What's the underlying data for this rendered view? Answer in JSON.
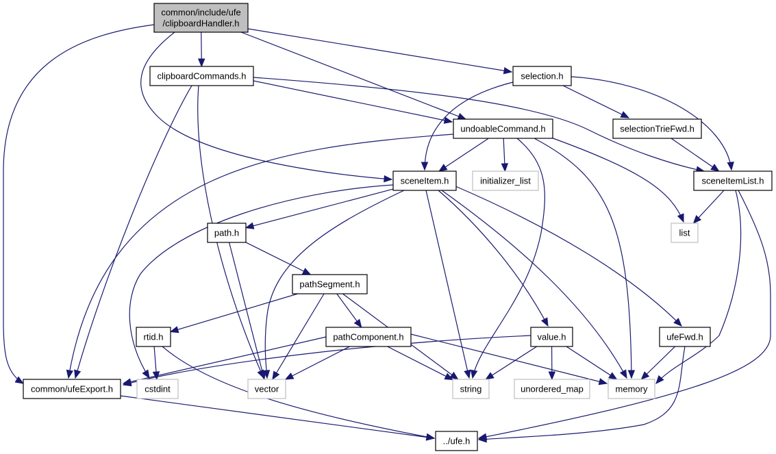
{
  "graph": {
    "title": "Include dependency graph for clipboardHandler.h",
    "edge_color": "#191970",
    "nodes": [
      {
        "id": "root",
        "label": [
          "common/include/ufe",
          "/clipboardHandler.h"
        ],
        "kind": "root"
      },
      {
        "id": "clipboardCommands",
        "label": [
          "clipboardCommands.h"
        ],
        "kind": "local"
      },
      {
        "id": "selection",
        "label": [
          "selection.h"
        ],
        "kind": "local"
      },
      {
        "id": "undoableCommand",
        "label": [
          "undoableCommand.h"
        ],
        "kind": "local"
      },
      {
        "id": "selectionTrieFwd",
        "label": [
          "selectionTrieFwd.h"
        ],
        "kind": "local"
      },
      {
        "id": "sceneItem",
        "label": [
          "sceneItem.h"
        ],
        "kind": "local"
      },
      {
        "id": "initializer_list",
        "label": [
          "initializer_list"
        ],
        "kind": "system"
      },
      {
        "id": "sceneItemList",
        "label": [
          "sceneItemList.h"
        ],
        "kind": "local"
      },
      {
        "id": "list",
        "label": [
          "list"
        ],
        "kind": "system"
      },
      {
        "id": "path",
        "label": [
          "path.h"
        ],
        "kind": "local"
      },
      {
        "id": "pathSegment",
        "label": [
          "pathSegment.h"
        ],
        "kind": "local"
      },
      {
        "id": "rtid",
        "label": [
          "rtid.h"
        ],
        "kind": "local"
      },
      {
        "id": "pathComponent",
        "label": [
          "pathComponent.h"
        ],
        "kind": "local"
      },
      {
        "id": "value",
        "label": [
          "value.h"
        ],
        "kind": "local"
      },
      {
        "id": "ufeFwd",
        "label": [
          "ufeFwd.h"
        ],
        "kind": "local"
      },
      {
        "id": "ufeExport",
        "label": [
          "common/ufeExport.h"
        ],
        "kind": "local"
      },
      {
        "id": "cstdint",
        "label": [
          "cstdint"
        ],
        "kind": "system"
      },
      {
        "id": "vector",
        "label": [
          "vector"
        ],
        "kind": "system"
      },
      {
        "id": "string",
        "label": [
          "string"
        ],
        "kind": "system"
      },
      {
        "id": "unordered_map",
        "label": [
          "unordered_map"
        ],
        "kind": "system"
      },
      {
        "id": "memory",
        "label": [
          "memory"
        ],
        "kind": "system"
      },
      {
        "id": "ufe",
        "label": [
          "../ufe.h"
        ],
        "kind": "local"
      }
    ],
    "edges": [
      [
        "root",
        "clipboardCommands"
      ],
      [
        "root",
        "ufeExport"
      ],
      [
        "root",
        "sceneItem"
      ],
      [
        "root",
        "undoableCommand"
      ],
      [
        "root",
        "selection"
      ],
      [
        "clipboardCommands",
        "ufeExport"
      ],
      [
        "clipboardCommands",
        "vector"
      ],
      [
        "clipboardCommands",
        "undoableCommand"
      ],
      [
        "clipboardCommands",
        "sceneItemList"
      ],
      [
        "selection",
        "sceneItem"
      ],
      [
        "selection",
        "selectionTrieFwd"
      ],
      [
        "selection",
        "sceneItemList"
      ],
      [
        "selectionTrieFwd",
        "sceneItemList"
      ],
      [
        "undoableCommand",
        "ufeExport"
      ],
      [
        "undoableCommand",
        "sceneItem"
      ],
      [
        "undoableCommand",
        "initializer_list"
      ],
      [
        "undoableCommand",
        "string"
      ],
      [
        "undoableCommand",
        "memory"
      ],
      [
        "undoableCommand",
        "list"
      ],
      [
        "sceneItemList",
        "list"
      ],
      [
        "sceneItemList",
        "memory"
      ],
      [
        "sceneItemList",
        "ufe"
      ],
      [
        "sceneItem",
        "cstdint"
      ],
      [
        "sceneItem",
        "path"
      ],
      [
        "sceneItem",
        "vector"
      ],
      [
        "sceneItem",
        "string"
      ],
      [
        "sceneItem",
        "value"
      ],
      [
        "sceneItem",
        "memory"
      ],
      [
        "sceneItem",
        "ufeFwd"
      ],
      [
        "path",
        "vector"
      ],
      [
        "path",
        "pathSegment"
      ],
      [
        "pathSegment",
        "rtid"
      ],
      [
        "pathSegment",
        "vector"
      ],
      [
        "pathSegment",
        "pathComponent"
      ],
      [
        "pathSegment",
        "string"
      ],
      [
        "rtid",
        "cstdint"
      ],
      [
        "rtid",
        "ufe"
      ],
      [
        "pathComponent",
        "ufeExport"
      ],
      [
        "pathComponent",
        "vector"
      ],
      [
        "pathComponent",
        "string"
      ],
      [
        "pathComponent",
        "memory"
      ],
      [
        "value",
        "ufeExport"
      ],
      [
        "value",
        "string"
      ],
      [
        "value",
        "unordered_map"
      ],
      [
        "value",
        "memory"
      ],
      [
        "ufeFwd",
        "memory"
      ],
      [
        "ufeFwd",
        "ufe"
      ],
      [
        "ufeExport",
        "ufe"
      ]
    ]
  }
}
